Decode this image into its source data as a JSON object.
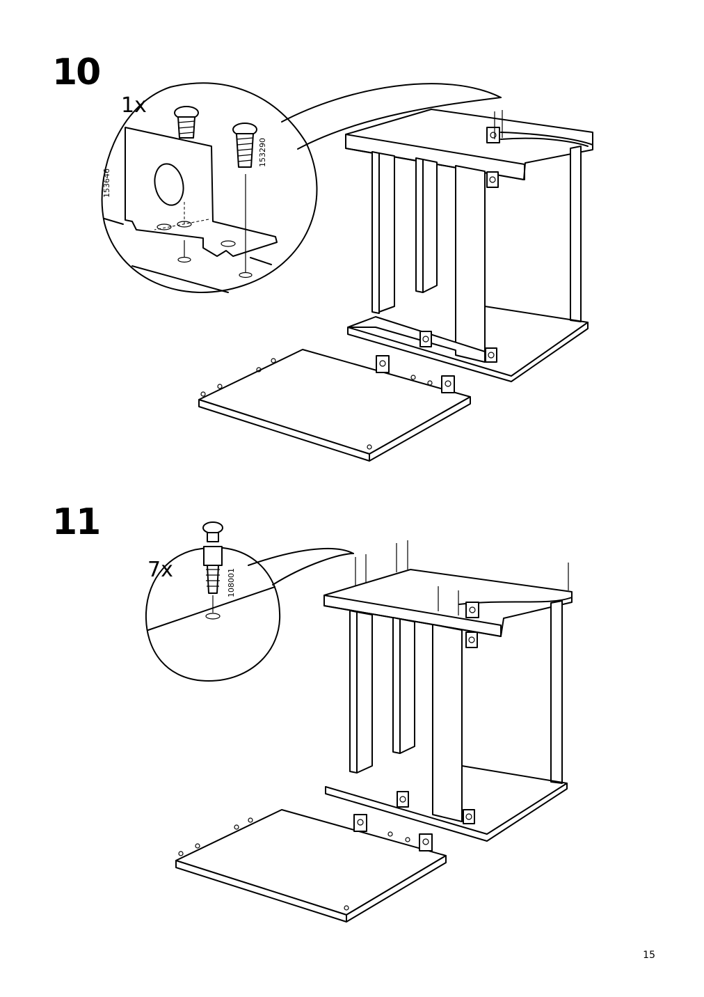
{
  "steps": [
    {
      "number": "10",
      "quantity": "1x",
      "parts": [
        "153646",
        "153290"
      ]
    },
    {
      "number": "11",
      "quantity": "7x",
      "parts": [
        "108001"
      ]
    }
  ],
  "page_number": "15",
  "icons": [
    "screw-icon",
    "bracket-icon",
    "cam-bolt-icon",
    "panel-icon",
    "cabinet-frame-icon"
  ]
}
